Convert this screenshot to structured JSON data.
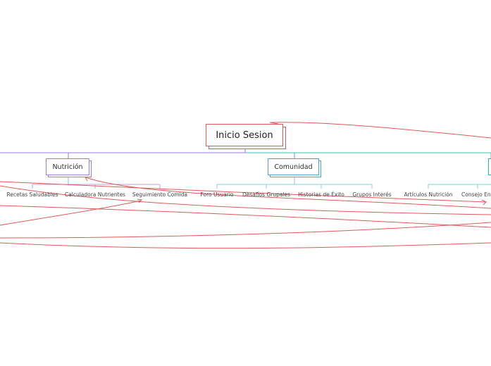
{
  "root": {
    "label": "Inicio Sesion",
    "color": "#e05a5a"
  },
  "branches": [
    {
      "label": "Nutrición",
      "color": "#9b7fd4",
      "leaves": [
        "Recetas Saludables",
        "Calculadora Nutrientes",
        "Seguimiento Comida"
      ]
    },
    {
      "label": "Comunidad",
      "color": "#4aa3cf",
      "leaves": [
        "Foro Usuario",
        "Desafíos Grupales",
        "Historias de Éxito",
        "Grupos Interés"
      ]
    },
    {
      "label": "",
      "color": "#2bb6a3",
      "leaves": [
        "Artículos Nutrición",
        "Consejo Ent"
      ]
    }
  ],
  "colors": {
    "relationship": "#e05a5a",
    "connector_root": "#b8a4e0",
    "connector_teal": "#3cc4b0"
  }
}
